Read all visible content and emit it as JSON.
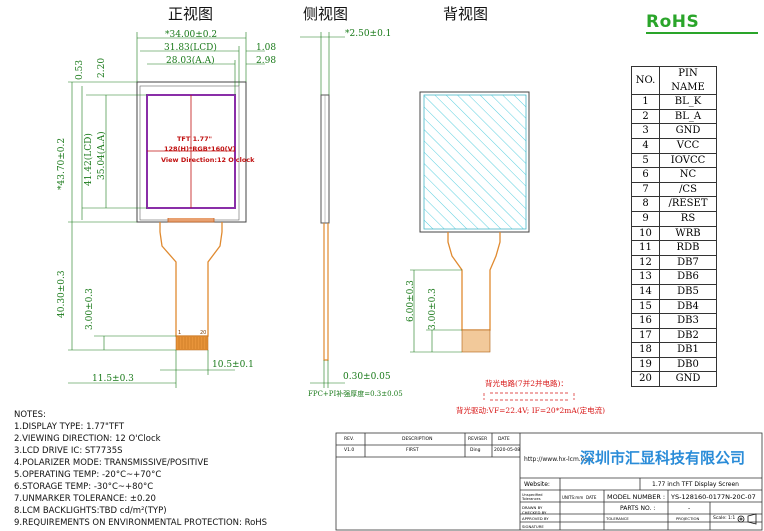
{
  "views": {
    "front": "正视图",
    "side": "侧视图",
    "back": "背视图"
  },
  "rohs": {
    "logo": "RoHS"
  },
  "dims": {
    "overall_width": "*34.00±0.2",
    "lcd_width": "31.83(LCD)",
    "aa_width": "28.03(A.A)",
    "right_offset_1": "1.08",
    "right_offset_2": "2.98",
    "top_offset_1": "0.53",
    "top_offset_2": "2.20",
    "overall_height": "*43.70±0.2",
    "lcd_height": "41.42(LCD)",
    "aa_height": "35.04(A.A)",
    "fpc_length": "40.30±0.3",
    "fpc_offset": "3.00±0.3",
    "fpc_left": "11.5±0.3",
    "fpc_width": "10.5±0.1",
    "side_thickness": "*2.50±0.1",
    "side_fpc": "0.30±0.05",
    "side_note": "FPC+PI补强厚度=0.3±0.05",
    "back_fpc_1": "6.00±0.3",
    "back_fpc_2": "3.00±0.3"
  },
  "lcd_text": {
    "line1": "TFT 1.77\"",
    "line2": "128(H)*RGB*160(V)",
    "line3": "View Direction:12 O'clock"
  },
  "fpc_pins": {
    "first": "1",
    "last": "20"
  },
  "pins": {
    "header": [
      "NO.",
      "PIN NAME"
    ],
    "rows": [
      [
        "1",
        "BL_K"
      ],
      [
        "2",
        "BL_A"
      ],
      [
        "3",
        "GND"
      ],
      [
        "4",
        "VCC"
      ],
      [
        "5",
        "IOVCC"
      ],
      [
        "6",
        "NC"
      ],
      [
        "7",
        "/CS"
      ],
      [
        "8",
        "/RESET"
      ],
      [
        "9",
        "RS"
      ],
      [
        "10",
        "WRB"
      ],
      [
        "11",
        "RDB"
      ],
      [
        "12",
        "DB7"
      ],
      [
        "13",
        "DB6"
      ],
      [
        "14",
        "DB5"
      ],
      [
        "15",
        "DB4"
      ],
      [
        "16",
        "DB3"
      ],
      [
        "17",
        "DB2"
      ],
      [
        "18",
        "DB1"
      ],
      [
        "19",
        "DB0"
      ],
      [
        "20",
        "GND"
      ]
    ]
  },
  "backlight": {
    "title": "背光电路(7并2并电路)：",
    "drive": "背光驱动:VF=22.4V; IF=20*2mA(定电流)"
  },
  "notes": {
    "title": "NOTES:",
    "items": [
      "1.DISPLAY TYPE:  1.77\"TFT",
      "2.VIEWING DIRECTION: 12 O'Clock",
      "3.LCD DRIVE IC: ST7735S",
      "4.POLARIZER MODE: TRANSMISSIVE/POSITIVE",
      "5.OPERATING TEMP: -20°C~+70°C",
      "6.STORAGE TEMP: -30°C~+80°C",
      "7.UNMARKER TOLERANCE: ±0.20",
      "8.LCM BACKLIGHTS:TBD cd/m²(TYP)",
      "9.REQUIREMENTS ON ENVIRONMENTAL PROTECTION: RoHS"
    ]
  },
  "title_block": {
    "rev_label": "REV.",
    "desc_label": "DESCRIPTION",
    "reviser_label": "REVISER",
    "date_label": "DATE",
    "rev_value": "V1.0",
    "desc_value": "FIRST",
    "reviser_value": "Ding",
    "date_value": "2020-05-08",
    "url": "http://www.hx-lcm.com",
    "company": "深圳市汇显科技有限公司",
    "website_label": "Website:",
    "product": "1.77 inch TFT Display Screen",
    "model_label": "MODEL NUMBER :",
    "model_value": "YS-128160-0177N-20C-07",
    "parts_label": "PARTS NO. :",
    "parts_value": "-",
    "scale": "Scale: 1:1",
    "drawn_label": "DRAWN BY",
    "checked_label": "CHECKED BY",
    "approved_label": "APPROVED BY",
    "signature_label": "SIGNATURE",
    "tolerance_label": "TOLERANCE",
    "projection_label": "PROJECTION",
    "proportion_label": "Unspecified Tolerances",
    "units_label": "UNITS:mm",
    "date_short": "DATE"
  }
}
